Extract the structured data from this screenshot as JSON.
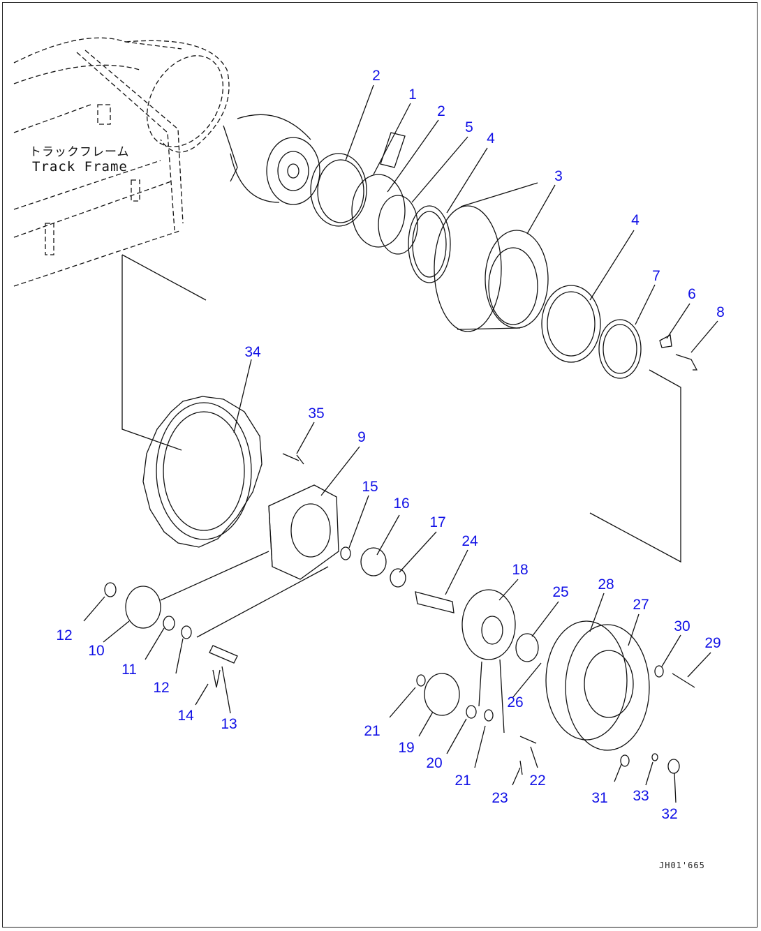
{
  "labels": {
    "track_frame_jp": "トラックフレーム",
    "track_frame_en": "Track Frame",
    "drawing_code": "JH01'665"
  },
  "callouts": {
    "c1": "1",
    "c2a": "2",
    "c2b": "2",
    "c3": "3",
    "c4a": "4",
    "c4b": "4",
    "c5": "5",
    "c6": "6",
    "c7": "7",
    "c8": "8",
    "c9": "9",
    "c10": "10",
    "c11": "11",
    "c12a": "12",
    "c12b": "12",
    "c13": "13",
    "c14": "14",
    "c15": "15",
    "c16": "16",
    "c17": "17",
    "c18": "18",
    "c19": "19",
    "c20": "20",
    "c21a": "21",
    "c21b": "21",
    "c22": "22",
    "c23": "23",
    "c24": "24",
    "c25": "25",
    "c26": "26",
    "c27": "27",
    "c28": "28",
    "c29": "29",
    "c30": "30",
    "c31": "31",
    "c32": "32",
    "c33": "33",
    "c34": "34",
    "c35": "35"
  },
  "colors": {
    "callout": "#1010e6",
    "line": "#111111"
  }
}
